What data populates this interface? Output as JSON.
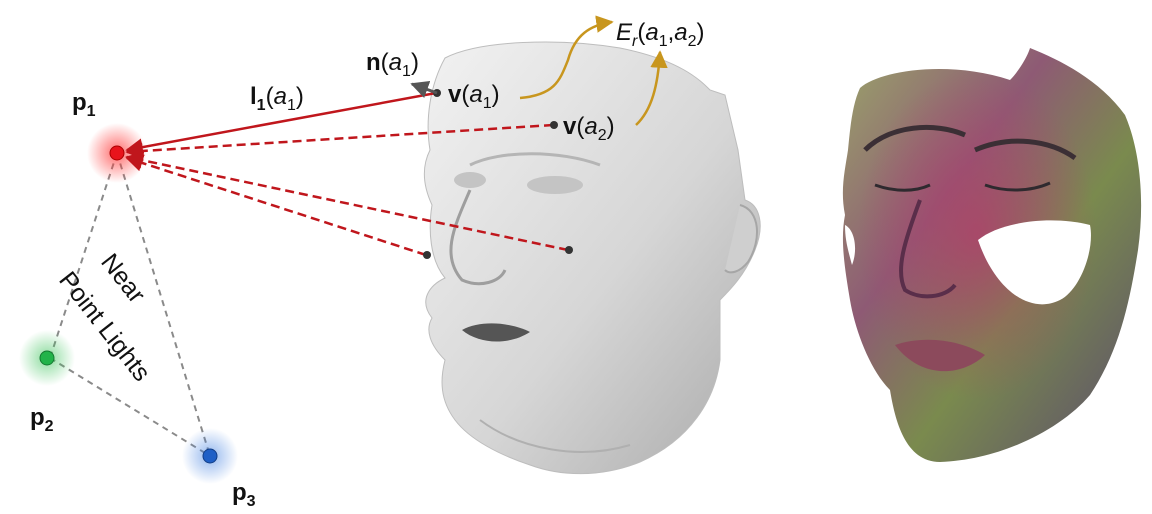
{
  "colors": {
    "light_red": "#e8141c",
    "light_green": "#22b34a",
    "light_blue": "#1f5fc6",
    "ray": "#c0161c",
    "energy_arrow": "#c8961e",
    "normal_arrow": "#555555",
    "triangle": "#8a8a8a",
    "head_gray": "#d9d9d9"
  },
  "icons": {
    "head_mesh": "gray-3d-face-mesh",
    "textured_face": "albedo-colored-face-mesh"
  },
  "labels": {
    "p1": {
      "base": "p",
      "sub": "1"
    },
    "p2": {
      "base": "p",
      "sub": "2"
    },
    "p3": {
      "base": "p",
      "sub": "3"
    },
    "light_vec": {
      "base": "l",
      "sub": "1",
      "arg": "a",
      "arg_sub": "1"
    },
    "normal": {
      "base": "n",
      "arg": "a",
      "arg_sub": "1"
    },
    "v1": {
      "base": "v",
      "arg": "a",
      "arg_sub": "1"
    },
    "v2": {
      "base": "v",
      "arg": "a",
      "arg_sub": "2"
    },
    "energy": {
      "base": "E",
      "sub": "r",
      "arg1": "a",
      "arg1_sub": "1",
      "arg2": "a",
      "arg2_sub": "2"
    },
    "near_line1": "Near",
    "near_line2": "Point Lights"
  }
}
